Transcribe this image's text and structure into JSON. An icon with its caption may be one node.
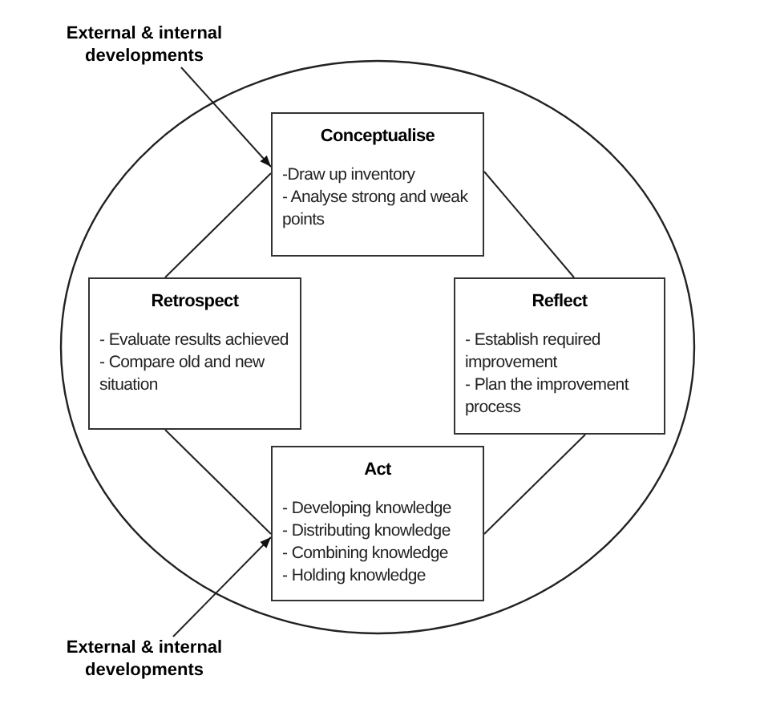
{
  "diagram": {
    "nodes": [
      {
        "text": [
          "External & internal developments"
        ]
      },
      {
        "text": [],
        "shape": "circle"
      },
      {
        "text": [
          "Conceptualise",
          "-Draw up inventory",
          "- Analyse strong and weak points"
        ],
        "in": 1
      },
      {
        "text": [
          "Retrospect",
          "- Evaluate results achieved",
          "- Compare old and new situation"
        ],
        "in": 1
      },
      {
        "text": [
          "Reflect",
          "- Establish required improvement",
          "- Plan the improvement process"
        ],
        "in": 1
      },
      {
        "text": [
          "Act",
          "- Developing knowledge",
          "- Distributing knowledge",
          "- Combining knowledge",
          "- Holding knowledge"
        ],
        "in": 1
      },
      {
        "text": [
          "External & internal developments"
        ]
      }
    ],
    "edges": [
      {
        "from": 0,
        "to": 2,
        "arrow": "to"
      },
      {
        "from": 3,
        "to": 2,
        "arrow": "none"
      },
      {
        "from": 2,
        "to": 4,
        "arrow": "none"
      },
      {
        "from": 3,
        "to": 5,
        "arrow": "none"
      },
      {
        "from": 4,
        "to": 5,
        "arrow": "none"
      },
      {
        "from": 6,
        "to": 5,
        "arrow": "to"
      }
    ]
  }
}
